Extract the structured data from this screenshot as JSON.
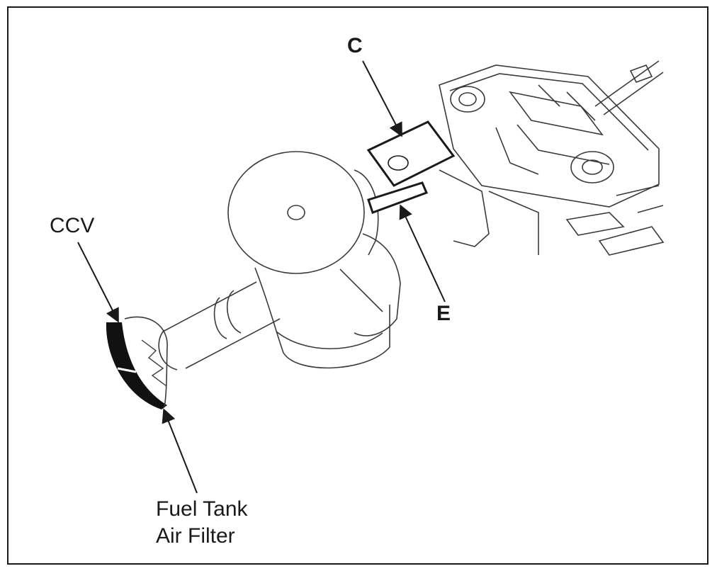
{
  "labels": {
    "c": "C",
    "e": "E",
    "ccv": "CCV",
    "fuel_line1": "Fuel Tank",
    "fuel_line2": "Air Filter"
  },
  "colors": {
    "ink": "#1a1a1a",
    "background": "#ffffff",
    "line_art": "#3a3a3a"
  }
}
